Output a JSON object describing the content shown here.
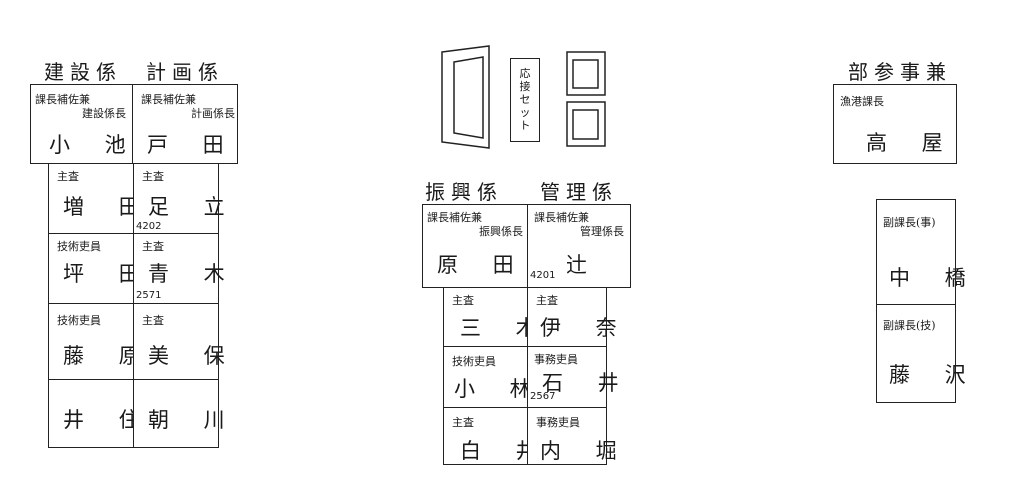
{
  "kensetsu": {
    "header_left": "建設係",
    "header_right": "計画係",
    "koike": {
      "title1": "課長補佐兼",
      "title2": "建設係長",
      "name": "小 池"
    },
    "toda": {
      "title1": "課長補佐兼",
      "title2": "計画係長",
      "name": "戸 田"
    },
    "masuda": {
      "title": "主査",
      "name": "増 田"
    },
    "adachi": {
      "title": "主査",
      "name": "足 立",
      "ext": "4202"
    },
    "tsubota": {
      "title": "技術吏員",
      "name": "坪 田"
    },
    "aoki": {
      "title": "主査",
      "name": "青 木",
      "ext": "2571"
    },
    "fujiwara": {
      "title": "技術吏員",
      "name": "藤 原"
    },
    "miho": {
      "title": "主査",
      "name": "美 保"
    },
    "izumi": {
      "name": "井 住"
    },
    "asakawa": {
      "name": "朝 川"
    }
  },
  "reception": {
    "label": "応接セット"
  },
  "shinko": {
    "header_left": "振興係",
    "header_right": "管理係",
    "harada": {
      "title1": "課長補佐兼",
      "title2": "振興係長",
      "name": "原 田"
    },
    "tsuji": {
      "title1": "課長補佐兼",
      "title2": "管理係長",
      "name": "辻",
      "ext": "4201"
    },
    "miki": {
      "title": "主査",
      "name": "三 木"
    },
    "ina": {
      "title": "主査",
      "name": "伊 奈"
    },
    "kobayashi": {
      "title": "技術吏員",
      "name": "小 林"
    },
    "ishii": {
      "title": "事務吏員",
      "name": "石 井",
      "ext": "2567"
    },
    "shirai": {
      "title": "主査",
      "name": "白 井"
    },
    "uchibori": {
      "title": "事務吏員",
      "name": "内 堀"
    }
  },
  "management": {
    "header": "部参事兼",
    "takaya": {
      "title": "漁港課長",
      "name": "高 屋"
    },
    "nakahashi": {
      "title": "副課長(事)",
      "name": "中 橋"
    },
    "fujisawa": {
      "title": "副課長(技)",
      "name": "藤 沢"
    }
  }
}
